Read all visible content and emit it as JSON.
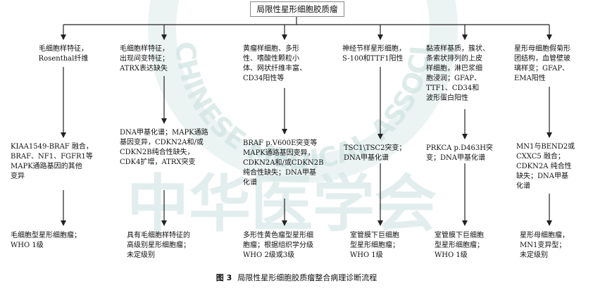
{
  "root_label": "局限性星形细胞胶质瘤",
  "columns": [
    {
      "features": "毛细胞样特征，\nRosenthal纤维",
      "molecular": "KIAA1549-BRAF 融合，\nBRAF、NF1、FGFR1等\nMAPK通路基因的其他\n变异",
      "diagnosis": "毛细胞型星形细胞瘤；\nWHO 1级"
    },
    {
      "features": "毛细胞样特征，\n出现间变特征；\nATRX表达缺失",
      "molecular": "DNA甲基化谱；MAPK通路\n基因变异，CDKN2A和/或\nCDKN2B纯合性缺失，\nCDK4扩增，ATRX突变",
      "diagnosis": "具有毛细胞样特征的\n高级别星形细胞瘤；\n未定级别"
    },
    {
      "features": "黄瘤样细胞、多形\n性、嗜酸性颗粒小\n体、网状纤维丰富、\nCD34阳性等",
      "molecular": "BRAF p.V600E突变等\nMAPK通路基因变异，\nCDKN2A和/或CDKN2B\n纯合性缺失；DNA甲基\n化谱",
      "diagnosis": "多形性黄色瘤型星形细\n胞瘤；根据组织学分级\nWHO 2级或3级"
    },
    {
      "features": "神经节样星形细胞，\nS-100和TTF1阳性",
      "molecular": "TSC1\\TSC2突变；\nDNA甲基化谱",
      "diagnosis": "室管膜下巨细胞\n型星形细胞瘤；\nWHO 1级"
    },
    {
      "features": "黏液样基质，簇状、\n条索状排列的上皮\n样细胞，淋巴浆细\n胞浸润；GFAP、\nTTF1、CD34和\n波形蛋白阳性",
      "molecular": "PRKCA p.D463H突\n变；DNA甲基化谱",
      "diagnosis": "室管膜下巨细胞\n型星形细胞瘤；\nWHO 1级"
    },
    {
      "features": "星形母细胞假菊形\n团结构，血管壁玻\n璃样变；GFAP、\nEMA阳性",
      "molecular": "MN1与BEND2或\nCXXC5 融合；\nCDKN2A 纯合性\n缺失；DNA甲基\n化谱",
      "diagnosis": "星形母细胞瘤，\nMN1变异型；\n未定级别"
    }
  ],
  "caption": {
    "number": "图 3",
    "text": "局限性星形细胞胶质瘤整合病理诊断流程"
  },
  "watermark": {
    "arc_text": "CHINESE MEDICAL ASSOCIATION",
    "calligraphy": "中华医学会"
  },
  "colors": {
    "line": "#222222",
    "watermark": "#d6e8e6"
  }
}
